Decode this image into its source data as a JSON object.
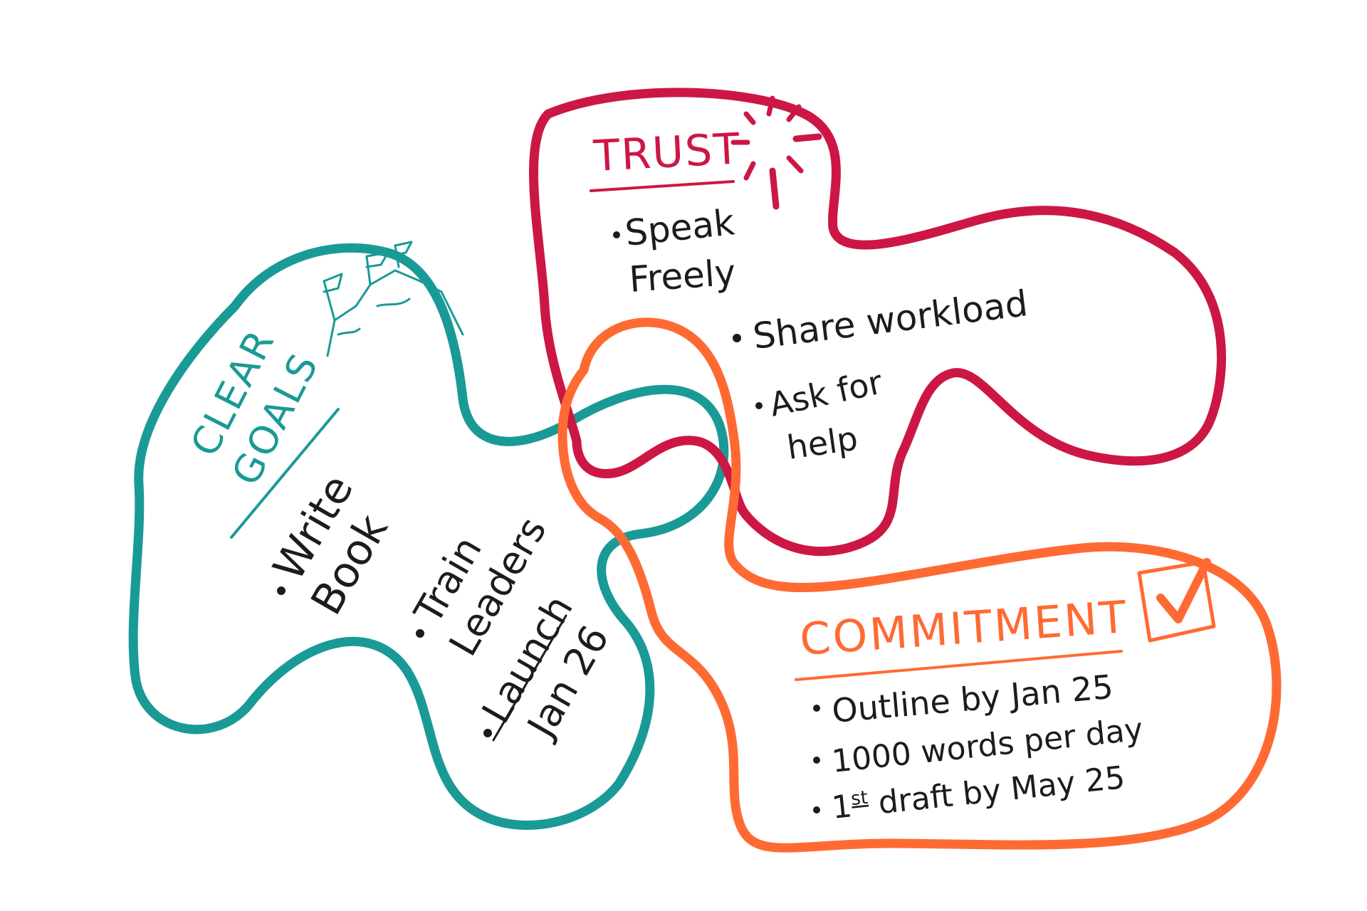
{
  "colors": {
    "goals": "#1a9a96",
    "trust": "#cc1744",
    "commitment": "#ff6a33",
    "ink": "#1c1c1c"
  },
  "clear_goals": {
    "title_line1": "CLEAR",
    "title_line2": "GOALS",
    "icon": "mountain-flags-icon",
    "items": [
      {
        "line1": "Write",
        "line2": "Book"
      },
      {
        "line1": "Train",
        "line2": "Leaders"
      },
      {
        "line1": "Launch",
        "line2": "Jan 26"
      }
    ]
  },
  "trust": {
    "title": "TRUST",
    "icon": "sparkle-burst-icon",
    "items": [
      {
        "line1": "Speak",
        "line2": "Freely"
      },
      {
        "line1": "Share workload",
        "line2": ""
      },
      {
        "line1": "Ask for",
        "line2": "help"
      }
    ]
  },
  "commitment": {
    "title": "COMMITMENT",
    "icon": "checkbox-checked-icon",
    "items": [
      {
        "prefix": "Outline by Jan 25"
      },
      {
        "prefix": "1000 words per day"
      },
      {
        "prefix": "1",
        "sup": "st",
        "suffix": " draft by May 25"
      }
    ]
  }
}
